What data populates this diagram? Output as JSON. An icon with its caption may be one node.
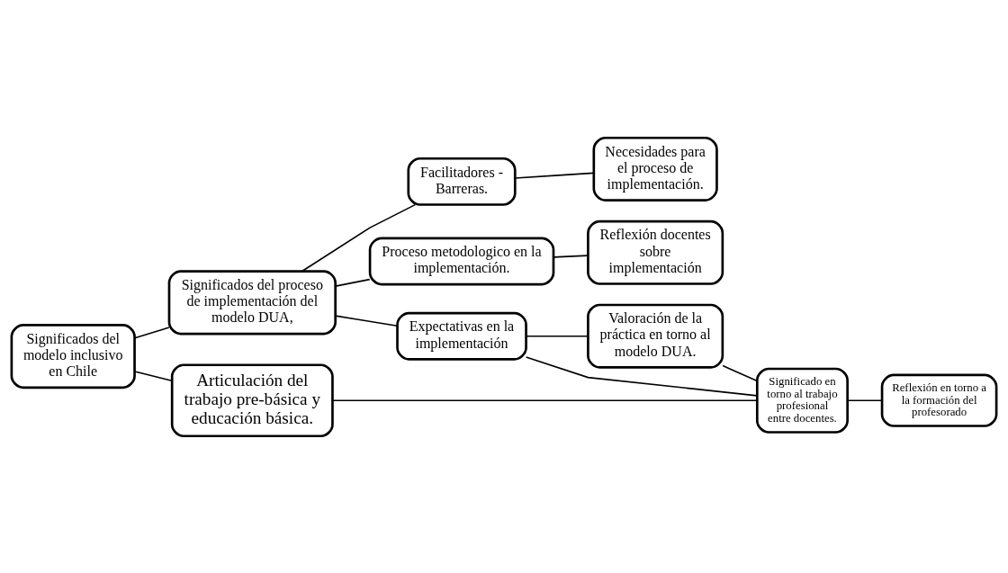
{
  "diagram": {
    "nodes": [
      {
        "text": [
          "Significados del modelo inclusivo en Chile"
        ]
      },
      {
        "text": [
          "Significados del proceso de implementación del modelo DUA,"
        ]
      },
      {
        "text": [
          "Facilitadores - Barreras."
        ]
      },
      {
        "text": [
          "Necesidades para el proceso de implementación."
        ]
      },
      {
        "text": [
          "Proceso metodologico en la implementación."
        ]
      },
      {
        "text": [
          "Reflexión docentes sobre implementación"
        ]
      },
      {
        "text": [
          "Expectativas en la implementación"
        ]
      },
      {
        "text": [
          "Valoración de la práctica en torno al modelo DUA."
        ]
      },
      {
        "text": [
          "Articulación del trabajo pre-básica y educación básica."
        ]
      },
      {
        "text": [
          "Significado en torno al trabajo profesional entre docentes."
        ]
      },
      {
        "text": [
          "Reflexión en torno a la formación del profesorado"
        ]
      }
    ],
    "edges": [
      {
        "from": 0,
        "to": 1,
        "arrow": "none"
      },
      {
        "from": 0,
        "to": 8,
        "arrow": "none"
      },
      {
        "from": 1,
        "to": 2,
        "arrow": "none"
      },
      {
        "from": 1,
        "to": 4,
        "arrow": "none"
      },
      {
        "from": 1,
        "to": 6,
        "arrow": "none"
      },
      {
        "from": 2,
        "to": 3,
        "arrow": "none"
      },
      {
        "from": 4,
        "to": 5,
        "arrow": "none"
      },
      {
        "from": 6,
        "to": 7,
        "arrow": "none"
      },
      {
        "from": 6,
        "to": 9,
        "arrow": "none"
      },
      {
        "from": 7,
        "to": 9,
        "arrow": "none"
      },
      {
        "from": 8,
        "to": 9,
        "arrow": "none"
      },
      {
        "from": 9,
        "to": 10,
        "arrow": "none"
      }
    ]
  }
}
